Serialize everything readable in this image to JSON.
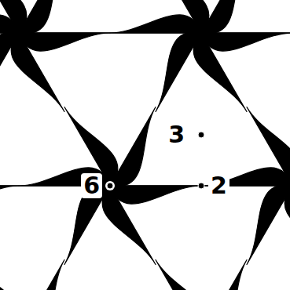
{
  "diagram": {
    "labels": [
      "6",
      "2",
      "3"
    ]
  }
}
